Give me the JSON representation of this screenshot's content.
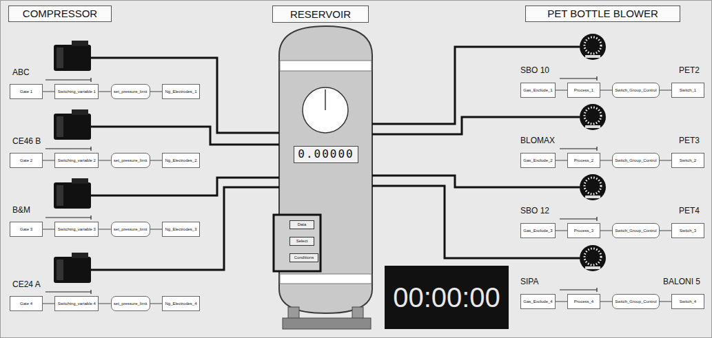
{
  "diagram": {
    "nodes": [
      {
        "text": [
          "COMPRESSOR"
        ]
      },
      {
        "text": [
          "RESERVOIR"
        ]
      },
      {
        "text": [
          "PET BOTTLE BLOWER"
        ]
      },
      {
        "text": [
          "ABC"
        ]
      },
      {
        "text": [
          "Gate 1"
        ]
      },
      {
        "text": [
          "Switching_variable 1"
        ]
      },
      {
        "text": [
          "set_pressure_limit"
        ]
      },
      {
        "text": [
          "Ng_Electrodes_1"
        ]
      },
      {
        "text": [
          "CE46 B"
        ]
      },
      {
        "text": [
          "Gate 2"
        ]
      },
      {
        "text": [
          "Switching_variable 2"
        ]
      },
      {
        "text": [
          "set_pressure_limit"
        ]
      },
      {
        "text": [
          "Ng_Electrodes_2"
        ]
      },
      {
        "text": [
          "B&M"
        ]
      },
      {
        "text": [
          "Gate 3"
        ]
      },
      {
        "text": [
          "Switching_variable 3"
        ]
      },
      {
        "text": [
          "set_pressure_limit"
        ]
      },
      {
        "text": [
          "Ng_Electrodes_3"
        ]
      },
      {
        "text": [
          "CE24 A"
        ]
      },
      {
        "text": [
          "Gate 4"
        ]
      },
      {
        "text": [
          "Switching_variable 4"
        ]
      },
      {
        "text": [
          "set_pressure_limit"
        ]
      },
      {
        "text": [
          "Ng_Electrodes_4"
        ]
      },
      {
        "text": [
          "0.00000"
        ],
        "in": 1
      },
      {
        "text": [
          "Data"
        ],
        "in": 1
      },
      {
        "text": [
          "Select"
        ],
        "in": 1
      },
      {
        "text": [
          "Conditions"
        ],
        "in": 1
      },
      {
        "text": [
          "SBO 10",
          "PET2"
        ]
      },
      {
        "text": [
          "Gas_Exclude_1"
        ]
      },
      {
        "text": [
          "Process_1"
        ]
      },
      {
        "text": [
          "Switch_Group_Control"
        ]
      },
      {
        "text": [
          "Switch_1"
        ]
      },
      {
        "text": [
          "BLOMAX",
          "PET3"
        ]
      },
      {
        "text": [
          "Gas_Exclude_2"
        ]
      },
      {
        "text": [
          "Process_2"
        ]
      },
      {
        "text": [
          "Switch_Group_Control"
        ]
      },
      {
        "text": [
          "Switch_2"
        ]
      },
      {
        "text": [
          "SBO 12",
          "PET4"
        ]
      },
      {
        "text": [
          "Gas_Exclude_3"
        ]
      },
      {
        "text": [
          "Process_3"
        ]
      },
      {
        "text": [
          "Switch_Group_Control"
        ]
      },
      {
        "text": [
          "Switch_3"
        ]
      },
      {
        "text": [
          "SIPA",
          "BALONI 5"
        ]
      },
      {
        "text": [
          "Gas_Exclude_4"
        ]
      },
      {
        "text": [
          "Process_4"
        ]
      },
      {
        "text": [
          "Switch_Group_Control"
        ]
      },
      {
        "text": [
          "Switch_4"
        ]
      },
      {
        "text": [
          "00:00:00"
        ]
      }
    ],
    "edges": [
      {
        "from": 3,
        "to": 1,
        "arrow": "none"
      },
      {
        "from": 8,
        "to": 1,
        "arrow": "none"
      },
      {
        "from": 13,
        "to": 1,
        "arrow": "none"
      },
      {
        "from": 18,
        "to": 1,
        "arrow": "none"
      },
      {
        "from": 1,
        "to": 27,
        "arrow": "none"
      },
      {
        "from": 1,
        "to": 32,
        "arrow": "none"
      },
      {
        "from": 1,
        "to": 37,
        "arrow": "none"
      },
      {
        "from": 1,
        "to": 42,
        "arrow": "none"
      },
      {
        "from": 4,
        "to": 5,
        "arrow": "none"
      },
      {
        "from": 5,
        "to": 6,
        "arrow": "none"
      },
      {
        "from": 6,
        "to": 7,
        "arrow": "none"
      },
      {
        "from": 9,
        "to": 10,
        "arrow": "none"
      },
      {
        "from": 10,
        "to": 11,
        "arrow": "none"
      },
      {
        "from": 11,
        "to": 12,
        "arrow": "none"
      },
      {
        "from": 14,
        "to": 15,
        "arrow": "none"
      },
      {
        "from": 15,
        "to": 16,
        "arrow": "none"
      },
      {
        "from": 16,
        "to": 17,
        "arrow": "none"
      },
      {
        "from": 19,
        "to": 20,
        "arrow": "none"
      },
      {
        "from": 20,
        "to": 21,
        "arrow": "none"
      },
      {
        "from": 21,
        "to": 22,
        "arrow": "none"
      },
      {
        "from": 28,
        "to": 29,
        "arrow": "none"
      },
      {
        "from": 29,
        "to": 30,
        "arrow": "none"
      },
      {
        "from": 30,
        "to": 31,
        "arrow": "none"
      },
      {
        "from": 33,
        "to": 34,
        "arrow": "none"
      },
      {
        "from": 34,
        "to": 35,
        "arrow": "none"
      },
      {
        "from": 35,
        "to": 36,
        "arrow": "none"
      },
      {
        "from": 38,
        "to": 39,
        "arrow": "none"
      },
      {
        "from": 39,
        "to": 40,
        "arrow": "none"
      },
      {
        "from": 40,
        "to": 41,
        "arrow": "none"
      },
      {
        "from": 43,
        "to": 44,
        "arrow": "none"
      },
      {
        "from": 44,
        "to": 45,
        "arrow": "none"
      },
      {
        "from": 45,
        "to": 46,
        "arrow": "none"
      }
    ]
  }
}
